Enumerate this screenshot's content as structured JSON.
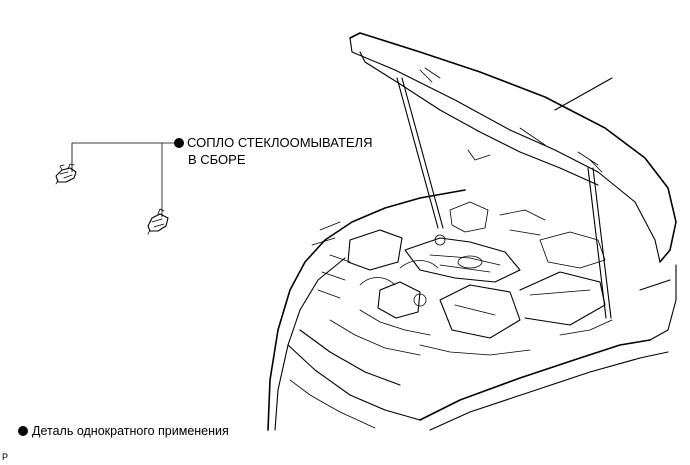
{
  "part_label": {
    "line1": "СОПЛО СТЕКЛООМЫВАТЕЛЯ",
    "line2": "В СБОРЕ"
  },
  "legend": {
    "text": "Деталь однократного применения"
  },
  "figure_code": "P"
}
